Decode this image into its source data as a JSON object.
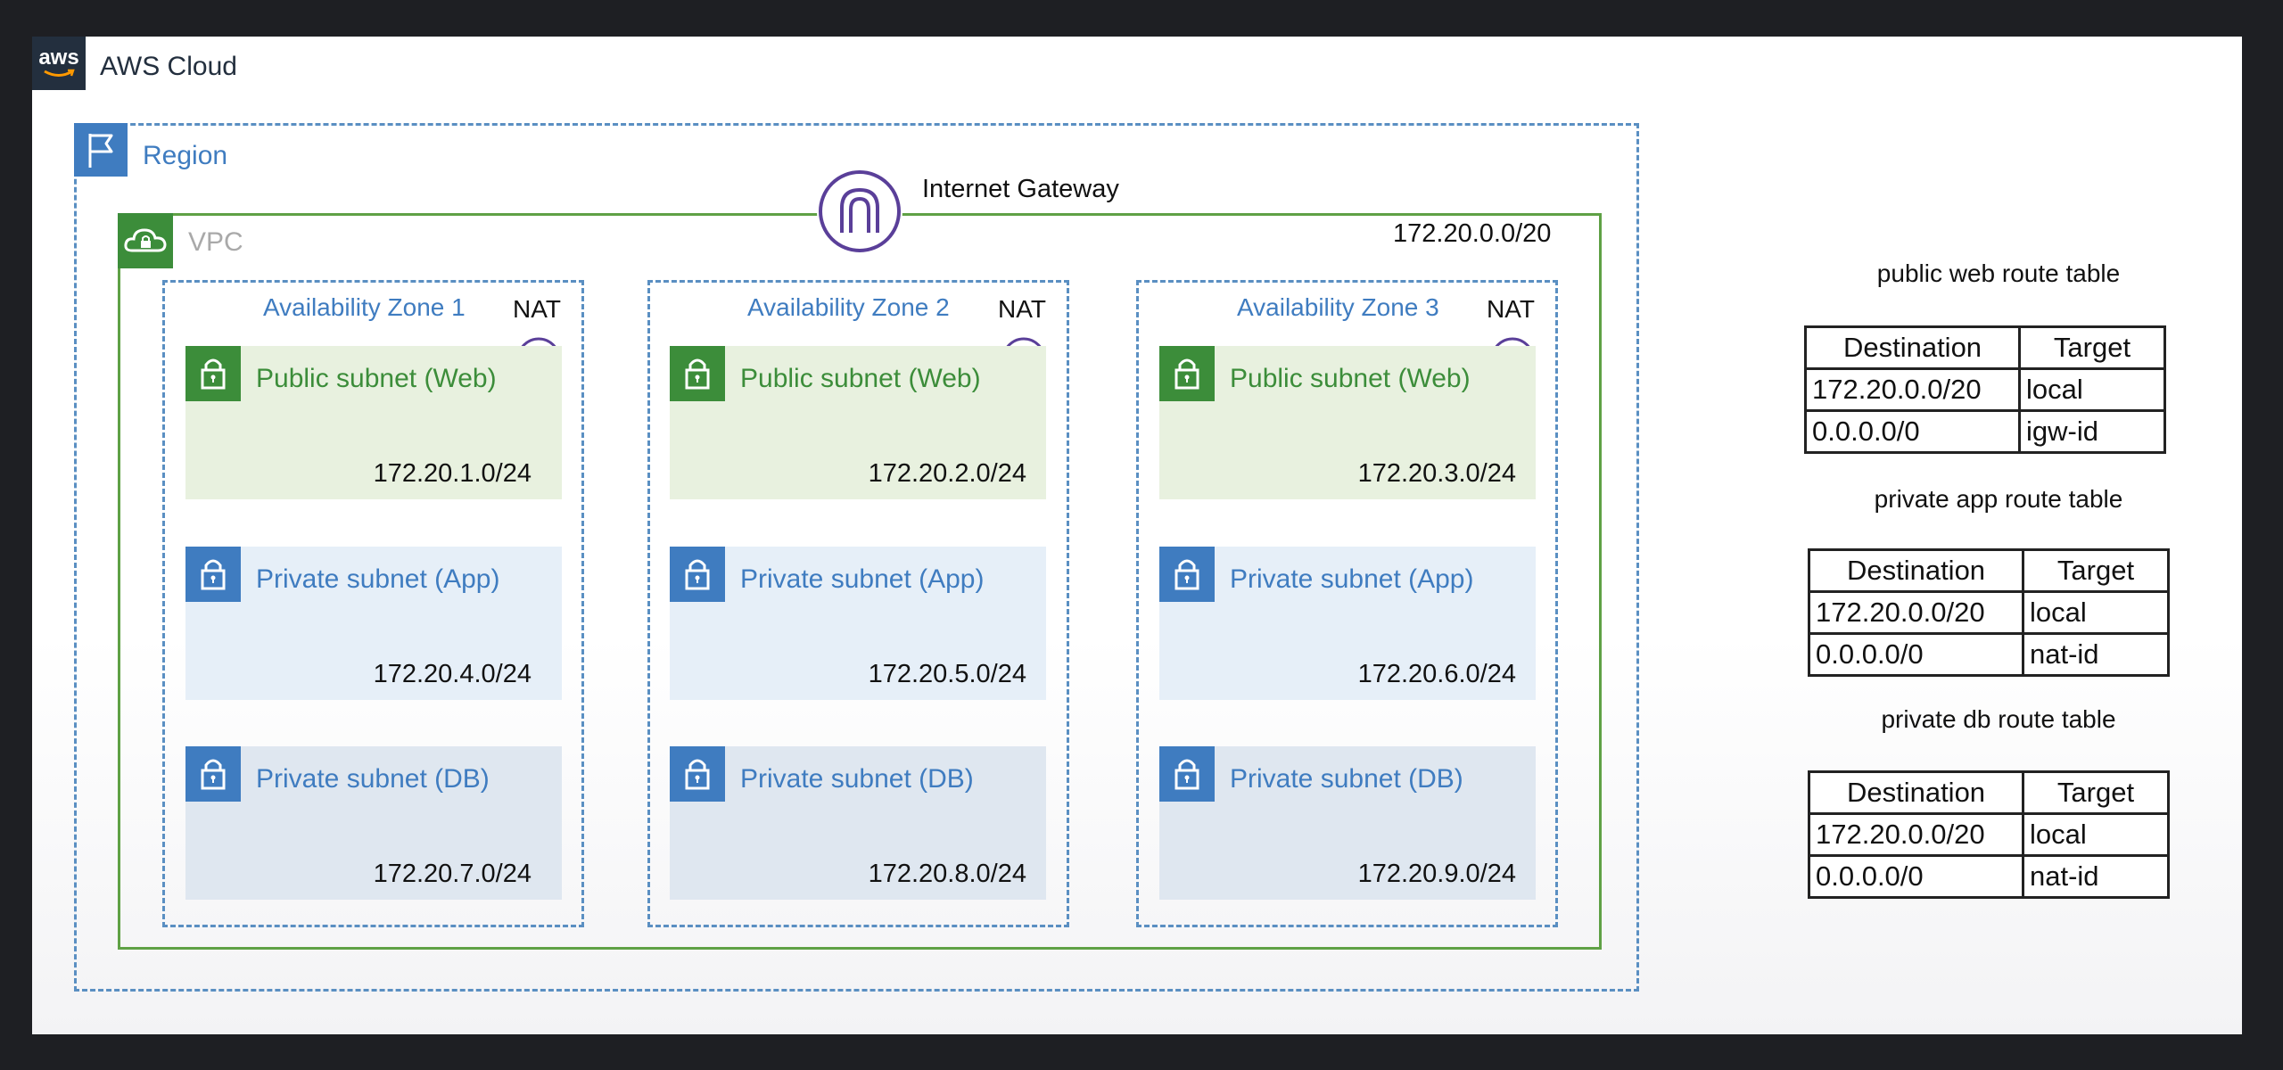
{
  "cloud": {
    "title": "AWS Cloud",
    "logo_text": "aws"
  },
  "region": {
    "title": "Region"
  },
  "internet_gateway": {
    "title": "Internet Gateway"
  },
  "vpc": {
    "title": "VPC",
    "cidr": "172.20.0.0/20"
  },
  "zones": [
    {
      "title": "Availability Zone 1",
      "nat": "NAT",
      "subnets": [
        {
          "label": "Public subnet (Web)",
          "cidr": "172.20.1.0/24"
        },
        {
          "label": "Private subnet (App)",
          "cidr": "172.20.4.0/24"
        },
        {
          "label": "Private subnet (DB)",
          "cidr": "172.20.7.0/24"
        }
      ]
    },
    {
      "title": "Availability Zone 2",
      "nat": "NAT",
      "subnets": [
        {
          "label": "Public subnet (Web)",
          "cidr": "172.20.2.0/24"
        },
        {
          "label": "Private subnet (App)",
          "cidr": "172.20.5.0/24"
        },
        {
          "label": "Private subnet (DB)",
          "cidr": "172.20.8.0/24"
        }
      ]
    },
    {
      "title": "Availability Zone 3",
      "nat": "NAT",
      "subnets": [
        {
          "label": "Public subnet (Web)",
          "cidr": "172.20.3.0/24"
        },
        {
          "label": "Private subnet (App)",
          "cidr": "172.20.6.0/24"
        },
        {
          "label": "Private subnet (DB)",
          "cidr": "172.20.9.0/24"
        }
      ]
    }
  ],
  "route_tables": [
    {
      "title": "public web route table",
      "headers": [
        "Destination",
        "Target"
      ],
      "rows": [
        [
          "172.20.0.0/20",
          "local"
        ],
        [
          "0.0.0.0/0",
          "igw-id"
        ]
      ]
    },
    {
      "title": "private app route table",
      "headers": [
        "Destination",
        "Target"
      ],
      "rows": [
        [
          "172.20.0.0/20",
          "local"
        ],
        [
          "0.0.0.0/0",
          "nat-id"
        ]
      ]
    },
    {
      "title": "private db route table",
      "headers": [
        "Destination",
        "Target"
      ],
      "rows": [
        [
          "172.20.0.0/20",
          "local"
        ],
        [
          "0.0.0.0/0",
          "nat-id"
        ]
      ]
    }
  ],
  "colors": {
    "public_green": "#3c8d3a",
    "private_blue": "#3f7cc0",
    "aws_dark": "#232f3e",
    "igw_purple": "#5a3f99"
  }
}
